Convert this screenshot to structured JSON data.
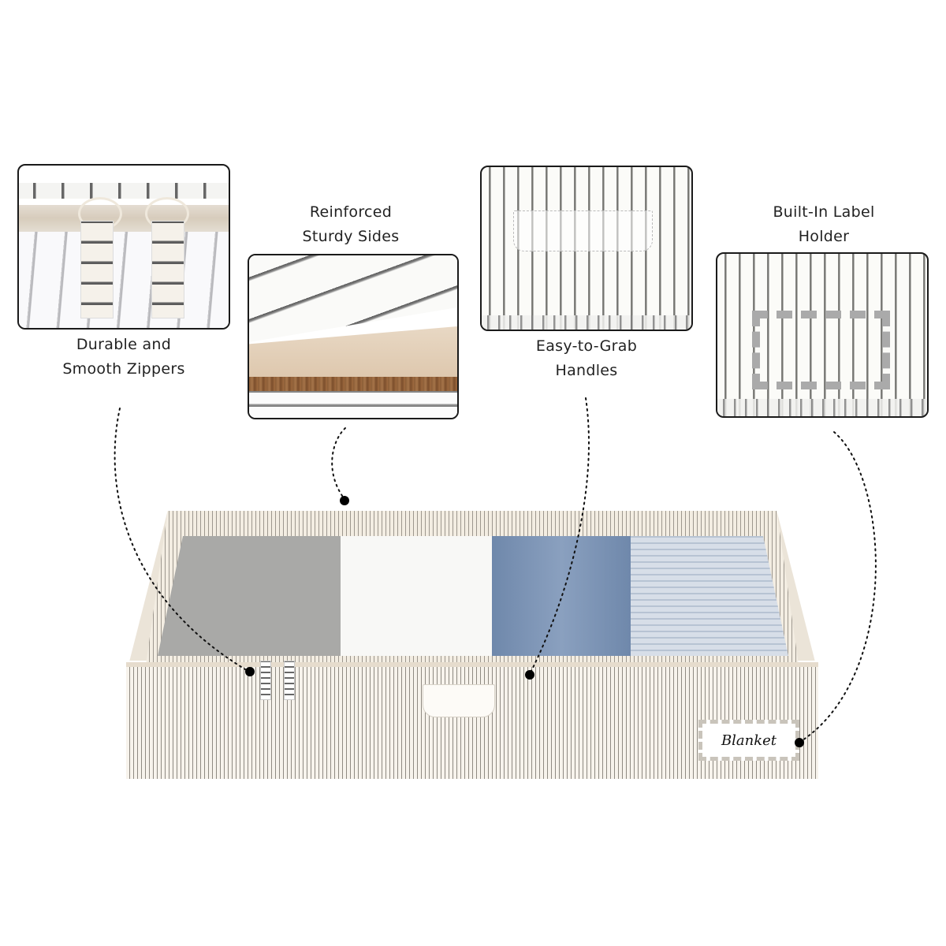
{
  "infographic": {
    "features": [
      {
        "id": "zippers",
        "line1": "Durable and",
        "line2": "Smooth Zippers"
      },
      {
        "id": "sides",
        "line1": "Reinforced",
        "line2": "Sturdy Sides"
      },
      {
        "id": "handles",
        "line1": "Easy-to-Grab",
        "line2": "Handles"
      },
      {
        "id": "label",
        "line1": "Built-In Label",
        "line2": "Holder"
      }
    ],
    "product": {
      "label_text": "Blanket",
      "compartments": [
        {
          "name": "grey-knit",
          "color": "#a9a9a7"
        },
        {
          "name": "white-cloth",
          "color": "#f8f8f8"
        },
        {
          "name": "blue-cable-knit",
          "color": "#7f96b7"
        },
        {
          "name": "light-blue-knit",
          "color": "#c7d2df"
        }
      ]
    },
    "colors": {
      "frame": "#1a1a1a",
      "stripe": "#7a7a76",
      "fabric": "#f7f3ec",
      "trim": "#e6dccd",
      "board": "#dec8ae",
      "cork": "#8a5c36"
    }
  }
}
